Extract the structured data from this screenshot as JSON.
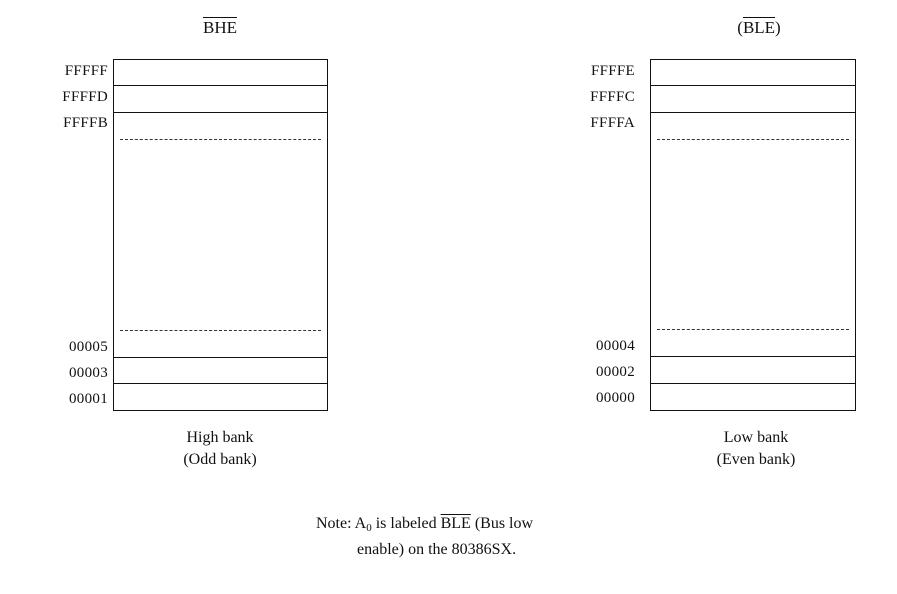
{
  "high_bank": {
    "header": "BHE",
    "top_addresses": [
      "FFFFF",
      "FFFFD",
      "FFFFB"
    ],
    "bottom_addresses": [
      "00005",
      "00003",
      "00001"
    ],
    "caption_line1": "High bank",
    "caption_line2": "(Odd bank)"
  },
  "low_bank": {
    "header_open": "(",
    "header": "BLE",
    "header_close": ")",
    "top_addresses": [
      "FFFFE",
      "FFFFC",
      "FFFFA"
    ],
    "bottom_addresses": [
      "00004",
      "00002",
      "00000"
    ],
    "caption_line1": "Low bank",
    "caption_line2": "(Even bank)"
  },
  "note": {
    "prefix": "Note: A",
    "subscript": "0",
    "middle": " is labeled ",
    "signal": "BLE",
    "suffix": " (Bus low",
    "line2": "enable) on the 80386SX."
  }
}
